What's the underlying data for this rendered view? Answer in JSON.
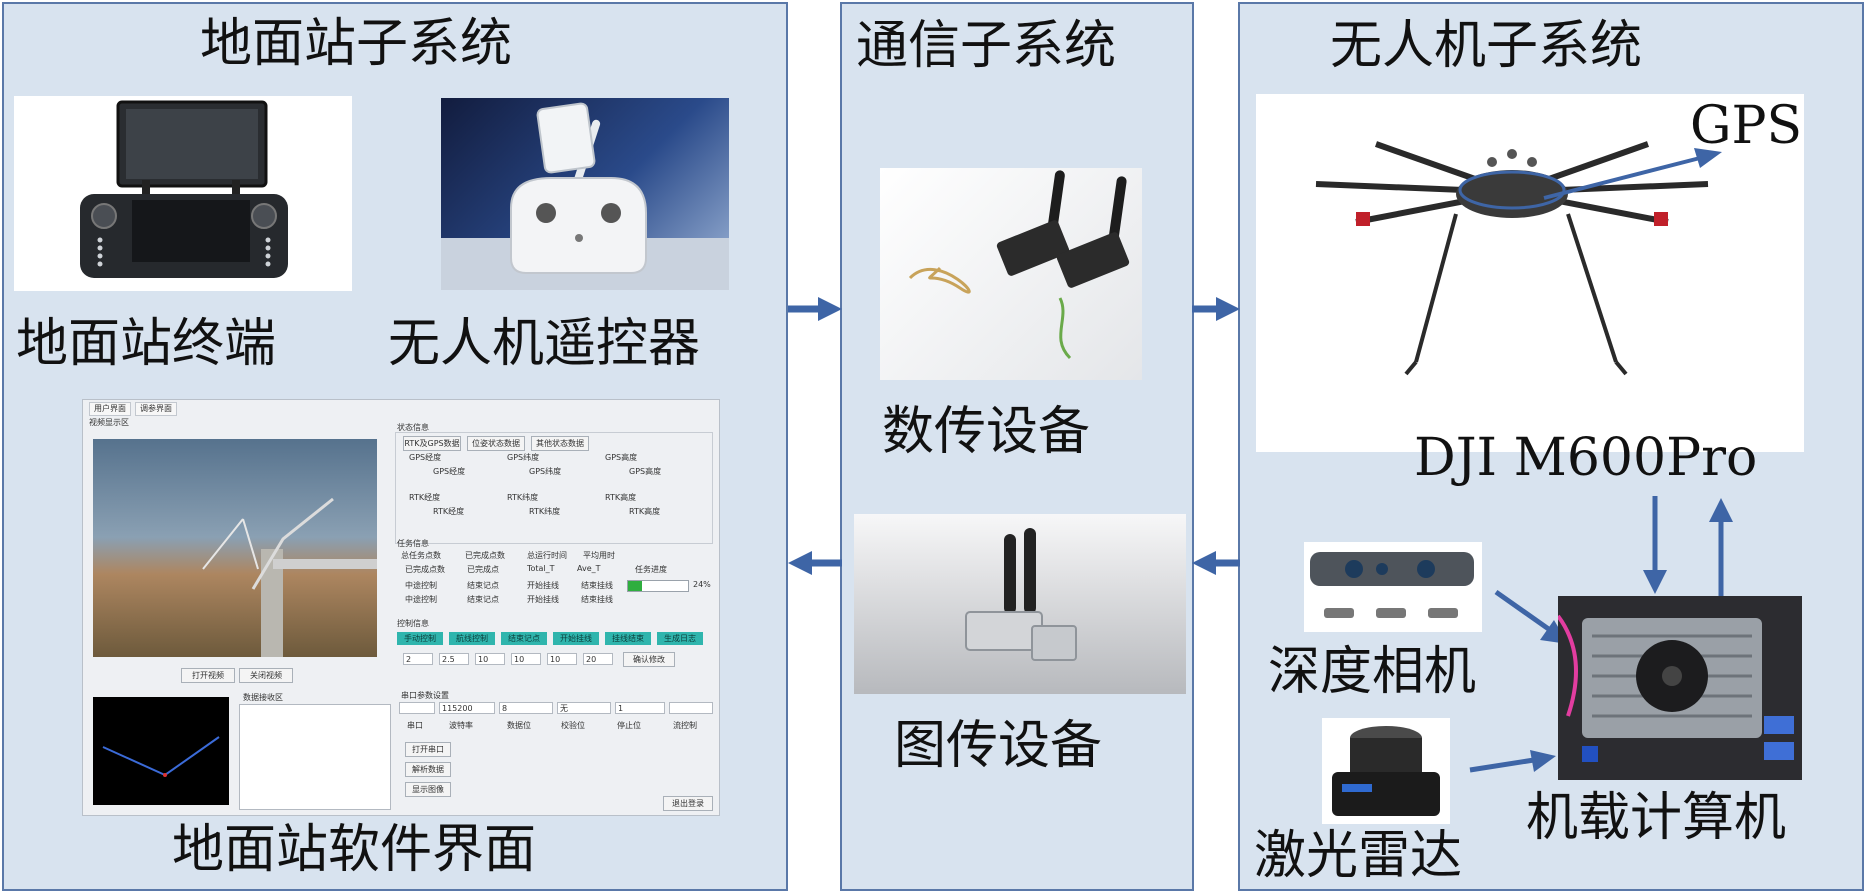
{
  "ground": {
    "title": "地面站子系统",
    "terminal_label": "地面站终端",
    "remote_label": "无人机遥控器",
    "software_label": "地面站软件界面",
    "software": {
      "tabs": [
        "用户界面",
        "调参界面"
      ],
      "video_area": "视频显示区",
      "status_info": "状态信息",
      "status_tabs": [
        "RTK及GPS数据",
        "位姿状态数据",
        "其他状态数据"
      ],
      "gps": [
        "GPS经度",
        "GPS纬度",
        "GPS高度"
      ],
      "gps_vals": [
        "GPS经度",
        "GPS纬度",
        "GPS高度"
      ],
      "rtk": [
        "RTK经度",
        "RTK纬度",
        "RTK高度"
      ],
      "rtk_vals": [
        "RTK经度",
        "RTK纬度",
        "RTK高度"
      ],
      "task_info": "任务信息",
      "task_row1": [
        "总任务点数",
        "已完成点数",
        "总运行时间",
        "平均用时"
      ],
      "task_row2": [
        "已完成点数",
        "已完成点",
        "Total_T",
        "Ave_T",
        "任务进度"
      ],
      "task_row3": [
        "中途控制",
        "结束记点",
        "开始挂线",
        "结束挂线"
      ],
      "task_row4": [
        "中途控制",
        "结束记点",
        "开始挂线",
        "结束挂线"
      ],
      "progress": "24%",
      "control_info": "控制信息",
      "control_buttons": [
        "手动控制",
        "航线控制",
        "结束记点",
        "开始挂线",
        "挂线结束",
        "生成日志"
      ],
      "control_values": [
        "2",
        "2.5",
        "10",
        "10",
        "10",
        "20"
      ],
      "confirm": "确认修改",
      "open_video": "打开视频",
      "close_video": "关闭视频",
      "data_recv": "数据接收区",
      "serial_settings": "串口参数设置",
      "serial_selects": [
        "115200",
        "8",
        "无",
        "1"
      ],
      "serial_headers": [
        "串口",
        "波特率",
        "数据位",
        "校验位",
        "停止位",
        "流控制"
      ],
      "serial_buttons": [
        "打开串口",
        "解析数据",
        "显示图像"
      ],
      "exit": "退出登录"
    }
  },
  "comm": {
    "title": "通信子系统",
    "data_link_label": "数传设备",
    "video_link_label": "图传设备"
  },
  "uav": {
    "title": "无人机子系统",
    "gps_label": "GPS",
    "model_label": "DJI M600Pro",
    "depth_camera_label": "深度相机",
    "lidar_label": "激光雷达",
    "computer_label": "机载计算机"
  },
  "colors": {
    "panel_bg": "#d8e3ef",
    "panel_border": "#5a78a8",
    "arrow": "#3e65a6"
  }
}
